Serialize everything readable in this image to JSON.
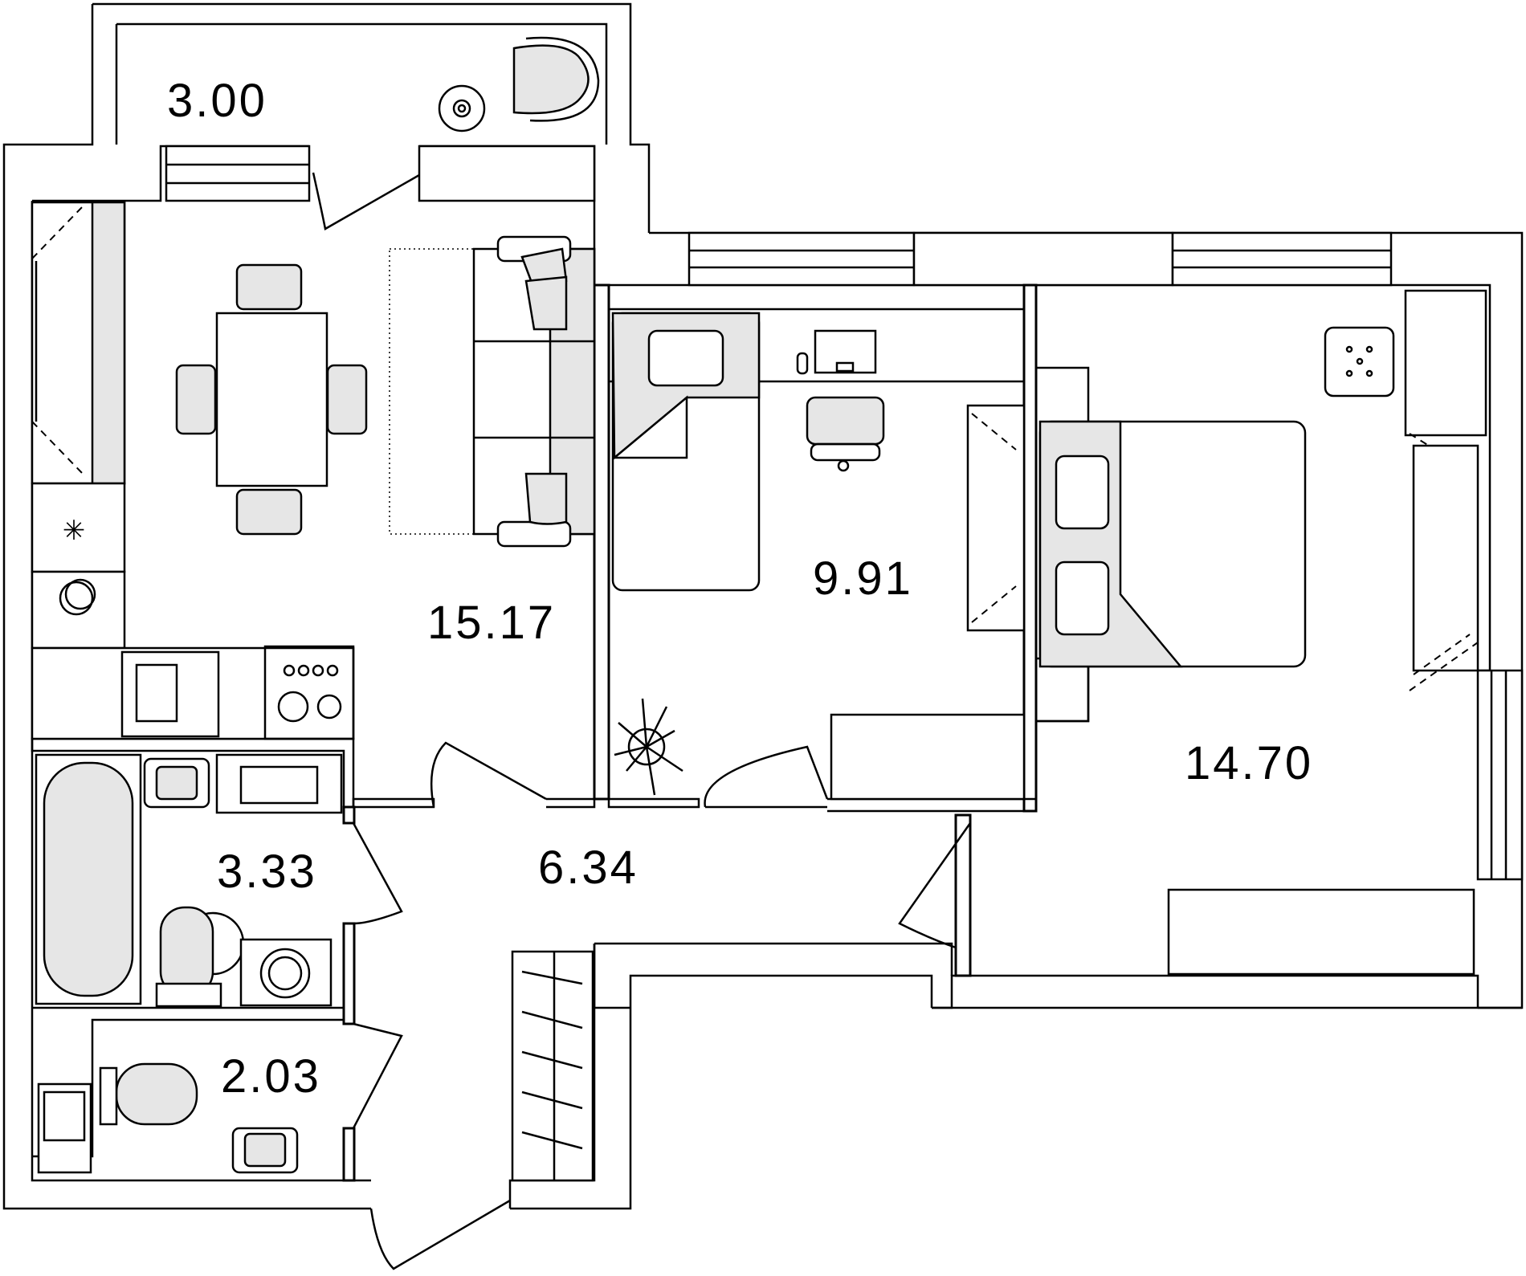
{
  "rooms": [
    {
      "id": "balcony",
      "area": "3.00"
    },
    {
      "id": "living-kitchen",
      "area": "15.17"
    },
    {
      "id": "small-bedroom",
      "area": "9.91"
    },
    {
      "id": "bedroom",
      "area": "14.70"
    },
    {
      "id": "bathroom",
      "area": "3.33"
    },
    {
      "id": "hallway",
      "area": "6.34"
    },
    {
      "id": "toilet",
      "area": "2.03"
    }
  ],
  "colors": {
    "line": "#000000",
    "fill": "#ffffff",
    "furniture_accent": "#e6e6e6"
  }
}
